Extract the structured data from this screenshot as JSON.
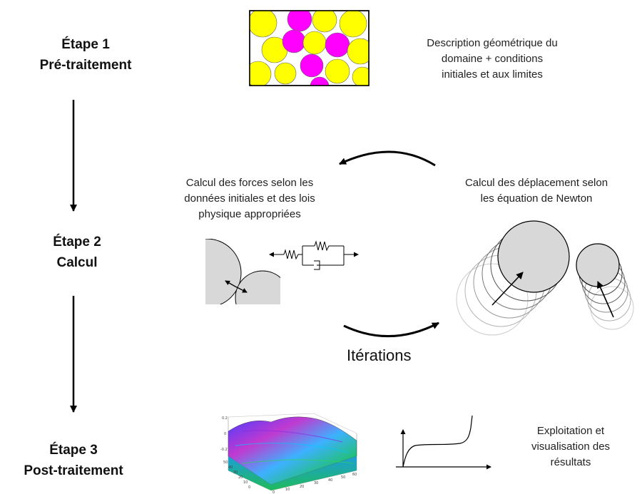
{
  "steps": [
    {
      "name": "Étape 1",
      "subtitle": "Pré-traitement"
    },
    {
      "name": "Étape 2",
      "subtitle": "Calcul"
    },
    {
      "name": "Étape 3",
      "subtitle": "Post-traitement"
    }
  ],
  "descriptions": {
    "pre_processing": [
      "Description géométrique du",
      "domaine + conditions",
      "initiales et aux limites"
    ],
    "forces": [
      "Calcul des forces selon les",
      "données initiales et des lois",
      "physique appropriées"
    ],
    "displacements": [
      "Calcul des déplacement selon",
      "les équation de Newton"
    ],
    "results": [
      "Exploitation et",
      "visualisation des",
      "résultats"
    ]
  },
  "iterations_label": "Itérations",
  "surface_plot": {
    "z_ticks": [
      "0.2",
      "0",
      "-0.2"
    ],
    "y_ticks": [
      "50",
      "40",
      "30",
      "20",
      "10",
      "0"
    ],
    "x_ticks": [
      "0",
      "10",
      "20",
      "30",
      "40",
      "50",
      "60"
    ]
  },
  "colors": {
    "yellow_particles": "#ffff00",
    "magenta_particles": "#ff00ff",
    "particle_box_border": "#000000",
    "gray_fill": "#d8d8d8"
  }
}
